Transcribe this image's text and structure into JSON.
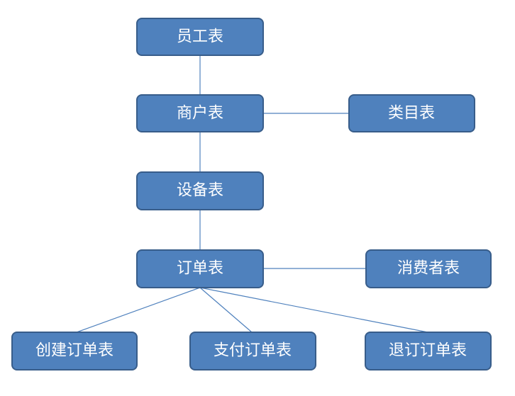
{
  "nodes": {
    "employee": "员工表",
    "merchant": "商户表",
    "category": "类目表",
    "device": "设备表",
    "order": "订单表",
    "consumer": "消费者表",
    "create_order": "创建订单表",
    "pay_order": "支付订单表",
    "refund_order": "退订订单表"
  },
  "edges": [
    [
      "employee",
      "merchant"
    ],
    [
      "merchant",
      "category"
    ],
    [
      "merchant",
      "device"
    ],
    [
      "device",
      "order"
    ],
    [
      "order",
      "consumer"
    ],
    [
      "order",
      "create_order"
    ],
    [
      "order",
      "pay_order"
    ],
    [
      "order",
      "refund_order"
    ]
  ],
  "colors": {
    "box_fill": "#4f81bd",
    "box_border": "#385d8a",
    "text": "#ffffff",
    "line": "#4f81bd"
  }
}
